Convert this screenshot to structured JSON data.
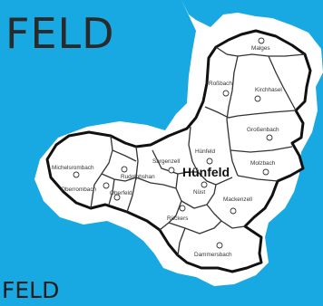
{
  "brand": {
    "title_top": "FELD",
    "title_bottom": "FELD"
  },
  "map": {
    "main_town": "Hünfeld",
    "places": [
      {
        "id": "malges",
        "name": "Malges"
      },
      {
        "id": "rossbach",
        "name": "Roßbach"
      },
      {
        "id": "kirchhasel",
        "name": "Kirchhasel"
      },
      {
        "id": "grossenbach",
        "name": "Großenbach"
      },
      {
        "id": "huenfeld-place",
        "name": "Hünfeld"
      },
      {
        "id": "sargenzell",
        "name": "Sargenzell"
      },
      {
        "id": "molzbach",
        "name": "Molzbach"
      },
      {
        "id": "michelsrombach",
        "name": "Michelsrombach"
      },
      {
        "id": "rudolphshan",
        "name": "Rudolphshan"
      },
      {
        "id": "oberrombach",
        "name": "Oberrombach"
      },
      {
        "id": "oberfeld",
        "name": "Oberfeld"
      },
      {
        "id": "nuest",
        "name": "Nüst"
      },
      {
        "id": "mackenzell",
        "name": "Mackenzell"
      },
      {
        "id": "rueckers",
        "name": "Rückers"
      },
      {
        "id": "dammersbach",
        "name": "Dammersbach"
      }
    ]
  },
  "colors": {
    "water": "#19a9e2",
    "halo": "#ffffff",
    "land": "#ffffff",
    "border": "#111111"
  }
}
